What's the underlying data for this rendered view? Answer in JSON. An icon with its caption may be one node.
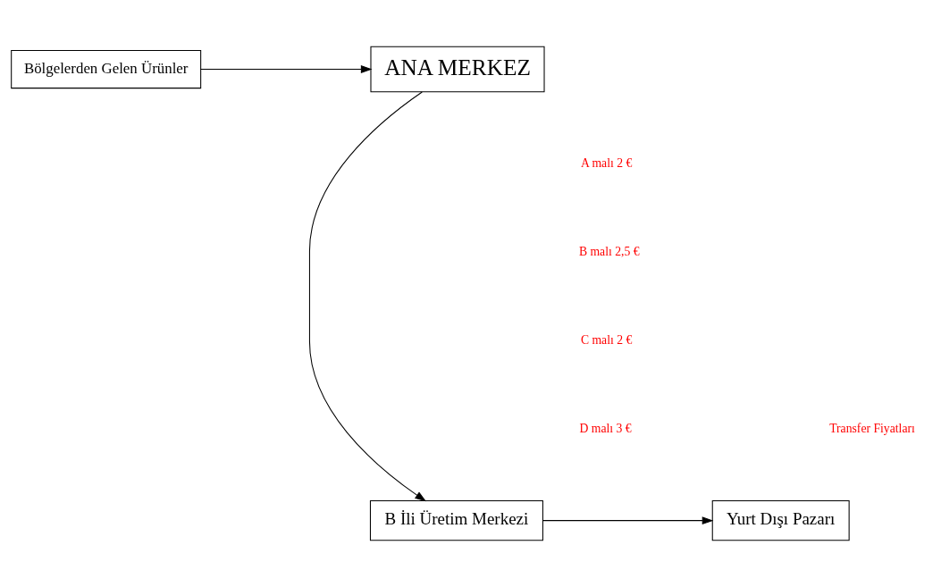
{
  "diagram": {
    "nodes": [
      {
        "text": [
          "Bölgelerden Gelen Ürünler"
        ]
      },
      {
        "text": [
          "ANA MERKEZ"
        ]
      },
      {
        "text": [
          "B İli Üretim Merkezi"
        ]
      },
      {
        "text": [
          "Yurt Dışı Pazarı"
        ]
      }
    ],
    "edges": [
      {
        "from": 0,
        "to": 1,
        "arrow": "to"
      },
      {
        "from": 1,
        "to": 2,
        "arrow": "to"
      },
      {
        "from": 2,
        "to": 3,
        "arrow": "to"
      }
    ],
    "labels": [
      "A malı 2 €",
      "B malı 2,5 €",
      "C malı 2 €",
      "D malı 3 €",
      "Transfer Fiyatları"
    ]
  }
}
